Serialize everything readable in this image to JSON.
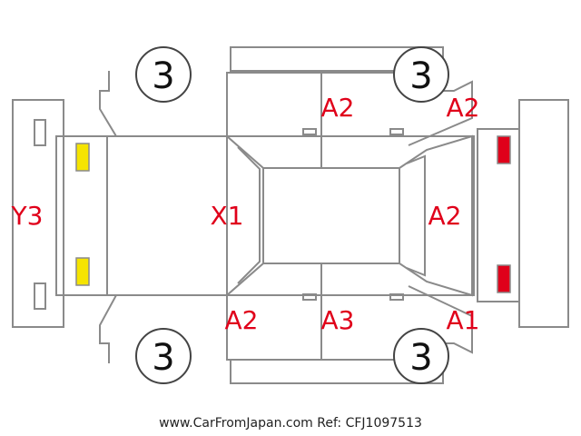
{
  "damage_codes": {
    "left_bumper": "Y3",
    "hood": "X1",
    "roof_front": "A2",
    "roof_rear": "A2",
    "top_right_fender": "A2",
    "left_front_fender": "A2",
    "bottom_center_door": "A3",
    "bottom_right_fender": "A1"
  },
  "wheels": {
    "front_top": "3",
    "rear_top": "3",
    "front_bottom": "3",
    "rear_bottom": "3"
  },
  "colors": {
    "front_lights": "#f5e400",
    "rear_lights": "#e0001a",
    "code_text": "#e0001a",
    "outline": "#8a8a8a"
  },
  "footer": {
    "caption": "www.CarFromJapan.com Ref: CFJ1097513"
  }
}
